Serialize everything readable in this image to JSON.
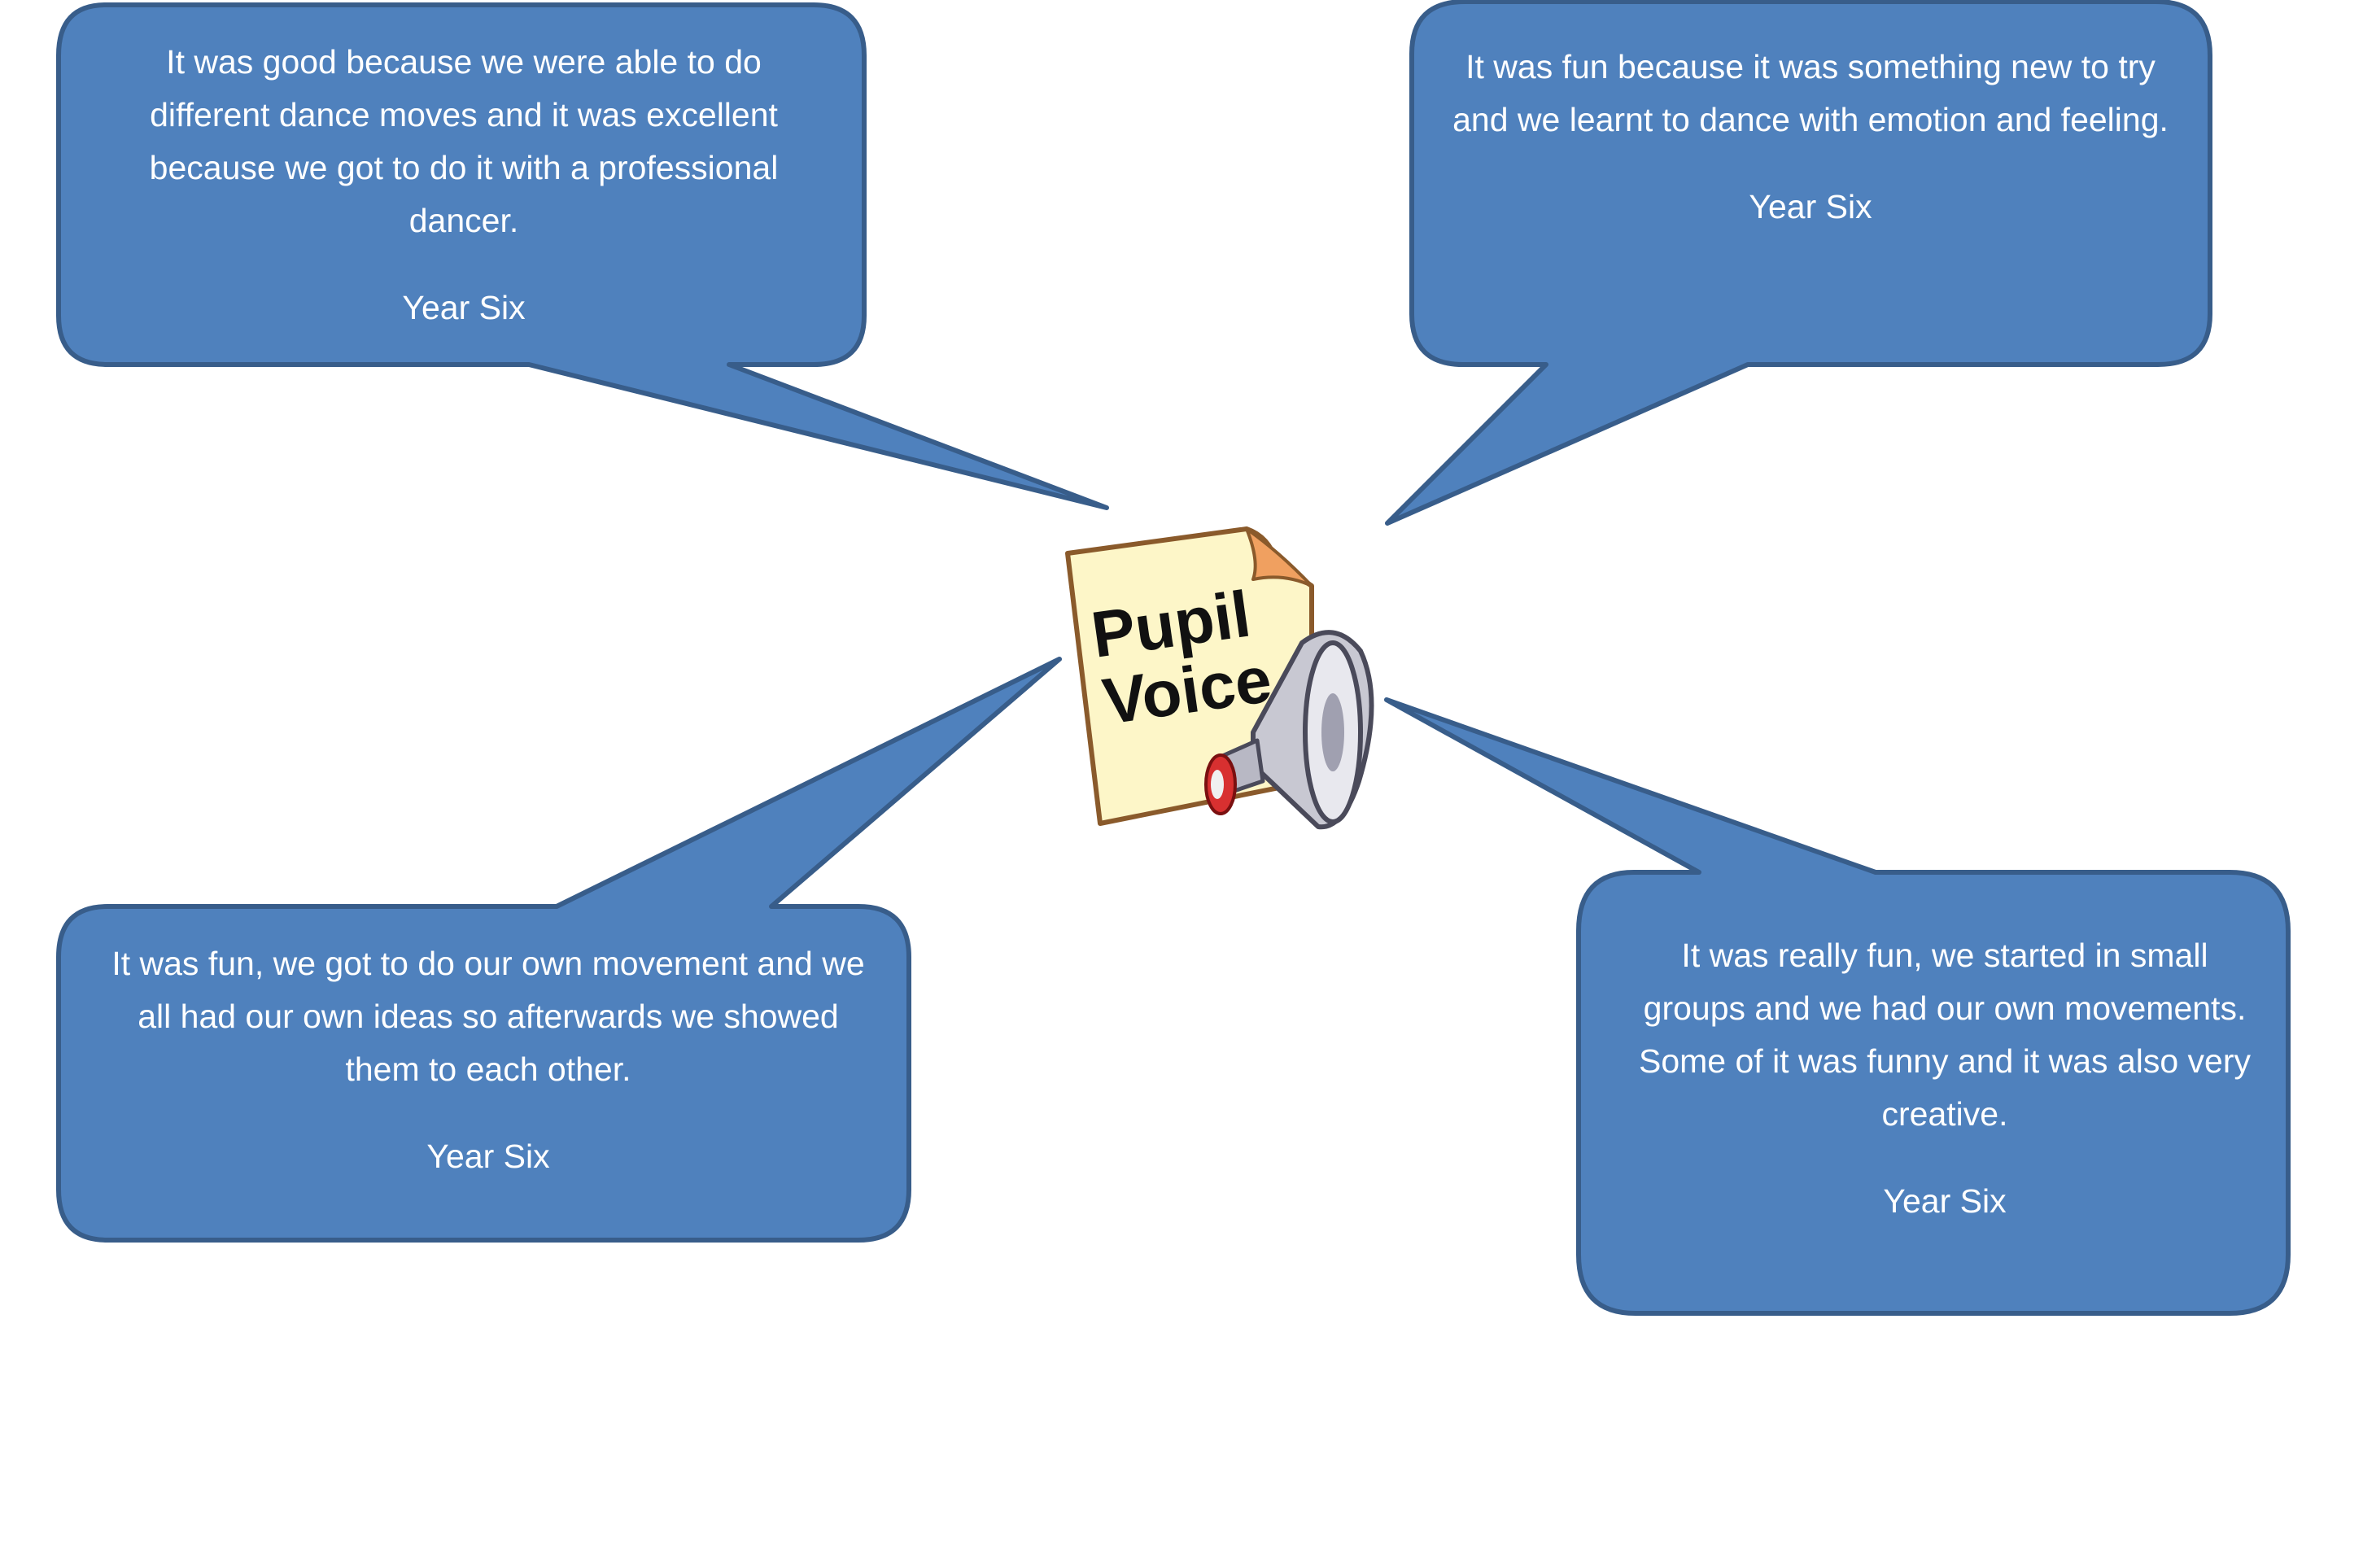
{
  "center_logo": {
    "line1": "Pupil",
    "line2": "Voice",
    "icon": "document-megaphone-icon"
  },
  "bubbles": [
    {
      "quote": "It was good because we were able to do different dance moves and it was excellent because we got to do it with a professional dancer.",
      "attribution": "Year Six"
    },
    {
      "quote": "It was fun because it was something new to try and we learnt to dance with emotion and feeling.",
      "attribution": "Year Six"
    },
    {
      "quote": "It was fun, we got to do our own movement and we all had our own ideas so afterwards we showed them to each other.",
      "attribution": "Year Six"
    },
    {
      "quote": "It was really fun, we started in small groups and we had our own movements. Some of it was funny and it was also very creative.",
      "attribution": "Year Six"
    }
  ],
  "colors": {
    "bubble_fill": "#4f81bd",
    "bubble_stroke": "#385d8a",
    "text": "#ffffff",
    "paper": "#fdf6c8",
    "paper_edge": "#8a5a2b",
    "fold": "#f0a060",
    "megaphone": "#c8c8d2",
    "megaphone_ring": "#d83030"
  }
}
